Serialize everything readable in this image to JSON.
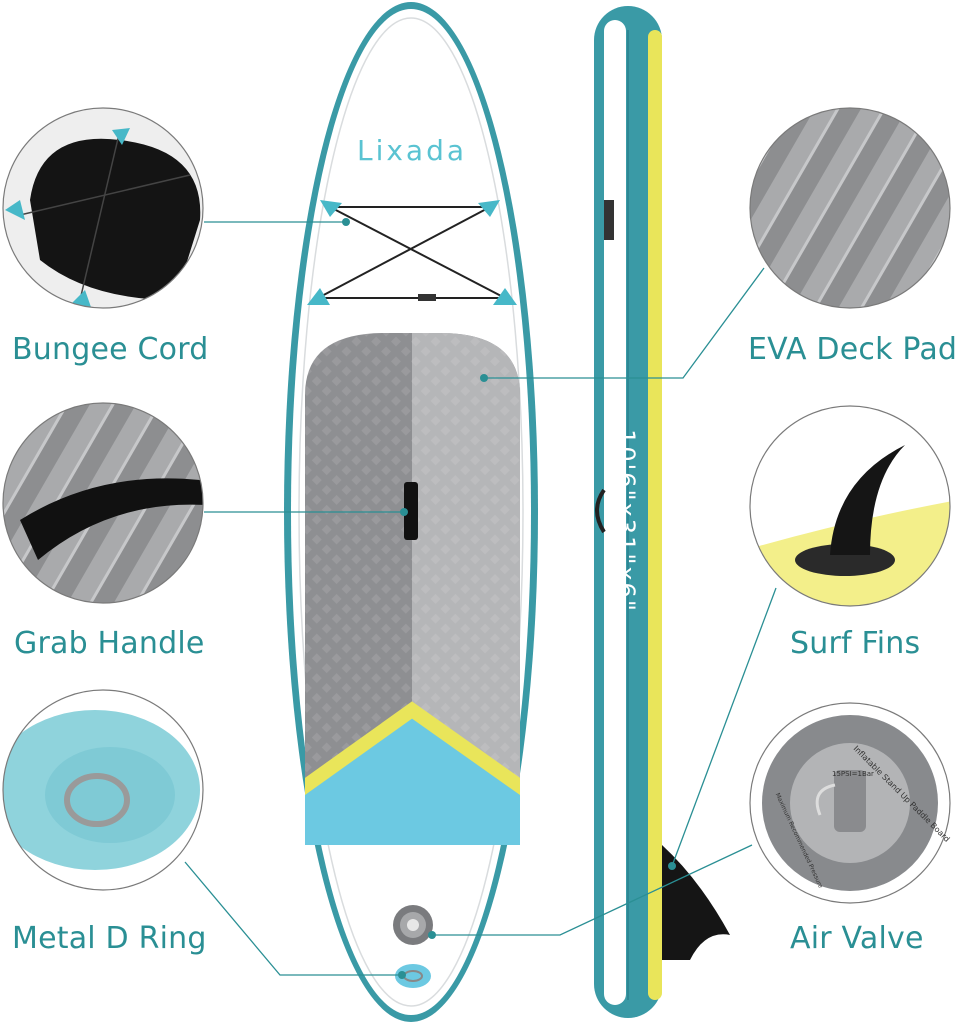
{
  "brand": {
    "logo_text": "Lixada"
  },
  "board": {
    "size_text": "10'6\"x31\"x6\"",
    "valve_ring_text": "Inflatable Stand Up Paddle Board",
    "valve_pressure_text": "15PSI=1Bar",
    "valve_max_text": "Maximum Recommended Pressure"
  },
  "features": [
    {
      "label": "Bungee Cord"
    },
    {
      "label": "Grab Handle"
    },
    {
      "label": "Metal D Ring"
    },
    {
      "label": "EVA Deck Pad"
    },
    {
      "label": "Surf Fins"
    },
    {
      "label": "Air Valve"
    }
  ],
  "colors": {
    "teal": "#2a8f94",
    "board_teal": "#3a9aa6",
    "yellow": "#e9e55a",
    "deck_gray_dark": "#8e8f92",
    "deck_gray_light": "#b5b6b8",
    "deck_blue": "#6cc9e2"
  }
}
